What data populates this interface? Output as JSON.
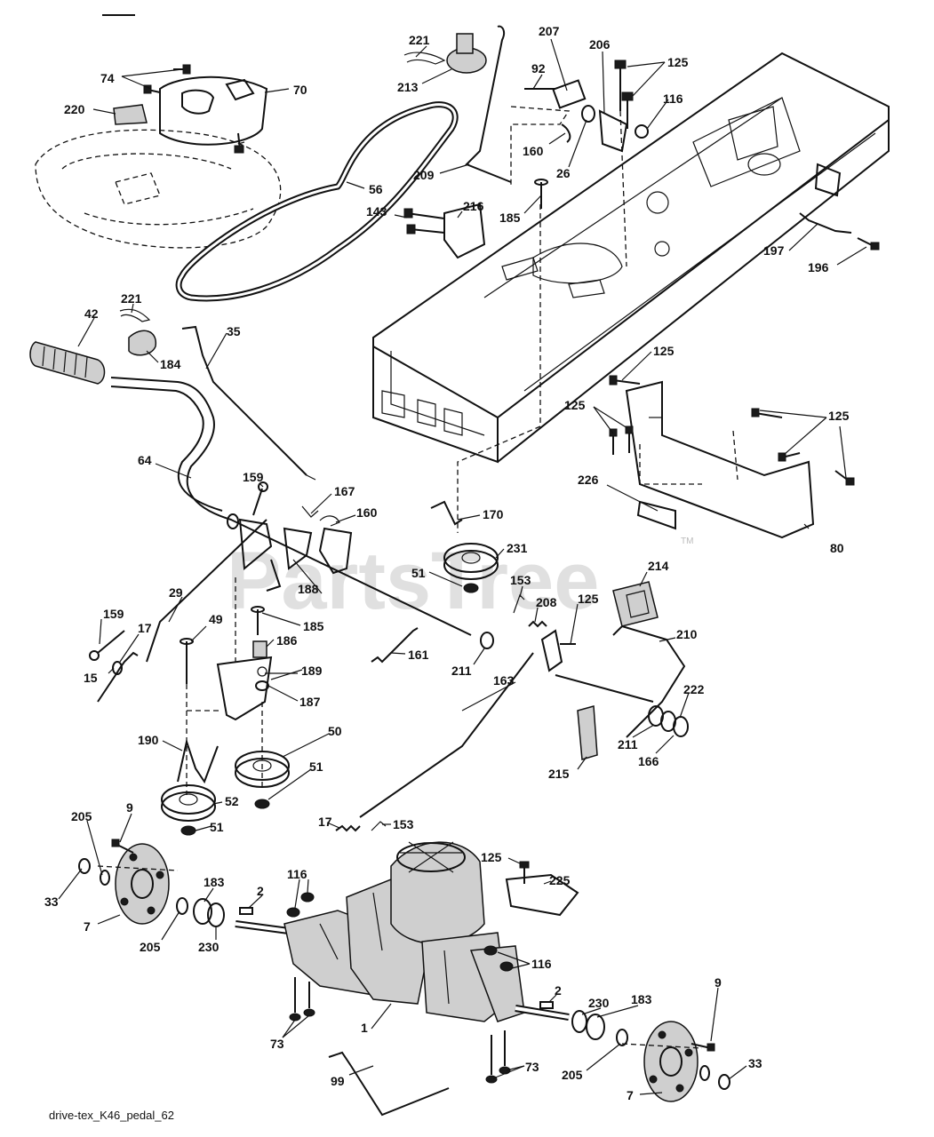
{
  "caption": "drive-tex_K46_pedal_62",
  "watermark": "PartsTree",
  "trademark": "TM",
  "labels": [
    "221",
    "213",
    "74",
    "70",
    "220",
    "56",
    "207",
    "92",
    "206",
    "125",
    "116",
    "160",
    "26",
    "209",
    "185",
    "143",
    "216",
    "197",
    "196",
    "221",
    "42",
    "184",
    "35",
    "125",
    "125",
    "125",
    "64",
    "159",
    "167",
    "160",
    "170",
    "231",
    "226",
    "80",
    "51",
    "214",
    "153",
    "29",
    "208",
    "125",
    "188",
    "159",
    "49",
    "185",
    "186",
    "17",
    "161",
    "211",
    "210",
    "222",
    "15",
    "189",
    "187",
    "163",
    "50",
    "211",
    "166",
    "190",
    "51",
    "52",
    "215",
    "9",
    "205",
    "51",
    "17",
    "153",
    "125",
    "225",
    "33",
    "183",
    "116",
    "2",
    "7",
    "205",
    "230",
    "116",
    "2",
    "230",
    "183",
    "9",
    "1",
    "73",
    "73",
    "33",
    "99",
    "205",
    "7"
  ]
}
